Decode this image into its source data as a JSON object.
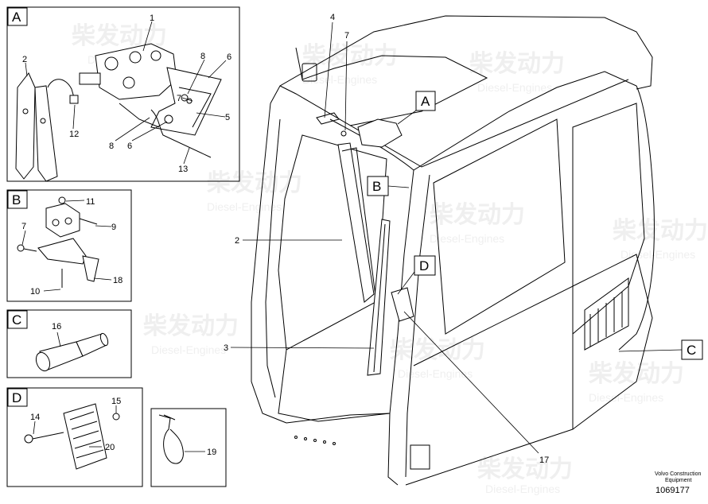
{
  "watermark": {
    "brand": "柴发动力",
    "sub": "Diesel-Engines"
  },
  "panels": {
    "A": {
      "label": "A",
      "parts": [
        "1",
        "2",
        "5",
        "6",
        "6",
        "7",
        "8",
        "8",
        "12",
        "13"
      ]
    },
    "B": {
      "label": "B",
      "parts": [
        "7",
        "9",
        "10",
        "11",
        "18"
      ]
    },
    "C": {
      "label": "C",
      "parts": [
        "16"
      ]
    },
    "D": {
      "label": "D",
      "parts": [
        "14",
        "15",
        "20"
      ]
    },
    "clip": {
      "parts": [
        "19"
      ]
    }
  },
  "main": {
    "callouts": [
      "A",
      "B",
      "C",
      "D"
    ],
    "parts": [
      "2",
      "3",
      "4",
      "7",
      "17"
    ]
  },
  "footer": {
    "maker_line1": "Volvo Construction",
    "maker_line2": "Equipment",
    "drawing_no": "1069177"
  }
}
